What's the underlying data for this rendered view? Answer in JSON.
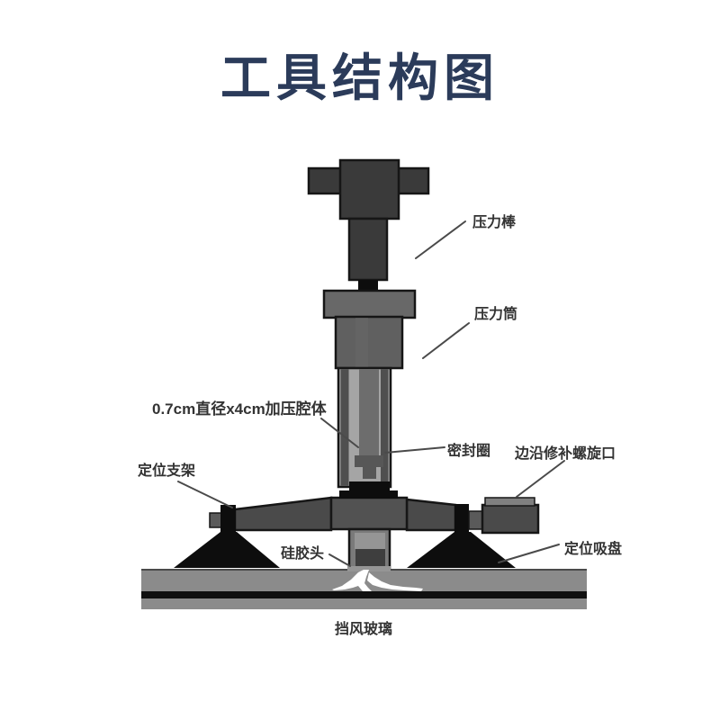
{
  "title": "工具结构图",
  "labels": {
    "pressure_rod": "压力棒",
    "pressure_cylinder": "压力筒",
    "chamber": "0.7cm直径x4cm加压腔体",
    "seal_ring": "密封圈",
    "edge_repair_port": "边沿修补螺旋口",
    "positioning_bracket": "定位支架",
    "silicone_head": "硅胶头",
    "suction_cup": "定位吸盘",
    "windshield": "挡风玻璃"
  },
  "colors": {
    "background": "#ffffff",
    "title_color": "#2b3b5a",
    "label_color": "#333333",
    "leader_line": "#4a4a4a",
    "outline": "#161616",
    "dark_metal": "#3a3a3a",
    "flange_metal": "#686868",
    "body_metal": "#606060",
    "tube_light": "#a5a5a5",
    "tube_wall": "#4f4f4f",
    "shaft_metal": "#6d6d6d",
    "seal_metal": "#575757",
    "ink_black": "#0d0d0d",
    "arm_metal": "#4a4a4a",
    "block_metal": "#525252",
    "tab_metal": "#5a5a5a",
    "plate_metal": "#808080",
    "lowtube_metal": "#7a7a7a",
    "inner_light": "#959595",
    "head_dark": "#3e3e3e",
    "glass_gray": "#8b8b8b",
    "glass_edge": "#4a4a4a",
    "glass_stripe": "#101010",
    "crack_white": "#ffffff"
  }
}
